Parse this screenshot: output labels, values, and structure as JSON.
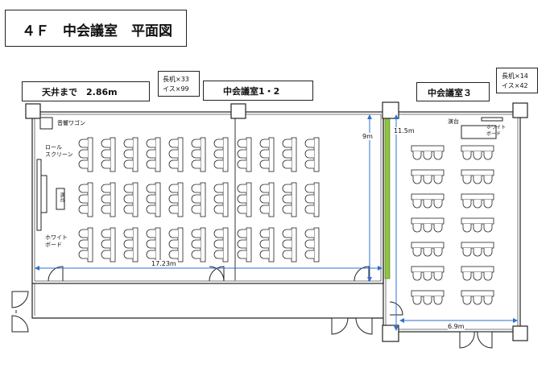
{
  "title": "４Ｆ　中会議室　平面図",
  "labels": {
    "ceiling": "天井まで　2.86m",
    "room12": "中会議室1・2",
    "room3": "中会議室３",
    "capacity12_line1": "長机×33",
    "capacity12_line2": "イス×99",
    "capacity3_line1": "長机×14",
    "capacity3_line2": "イス×42",
    "audio_wagon": "音響ワゴン",
    "roll_screen_1": "ロール",
    "roll_screen_2": "スクリーン",
    "podium12": "演台",
    "whiteboard12_1": "ホワイト",
    "whiteboard12_2": "ボード",
    "podium3": "演台",
    "whiteboard3_1": "ホワイト",
    "whiteboard3_2": "ボード"
  },
  "dimensions": {
    "width12": "17.23m",
    "depth12": "9m",
    "depth3": "11.5m",
    "width3": "6.9m"
  },
  "colors": {
    "line": "#222222",
    "dim": "#2f6fd0",
    "partition": "#8dc63f"
  }
}
